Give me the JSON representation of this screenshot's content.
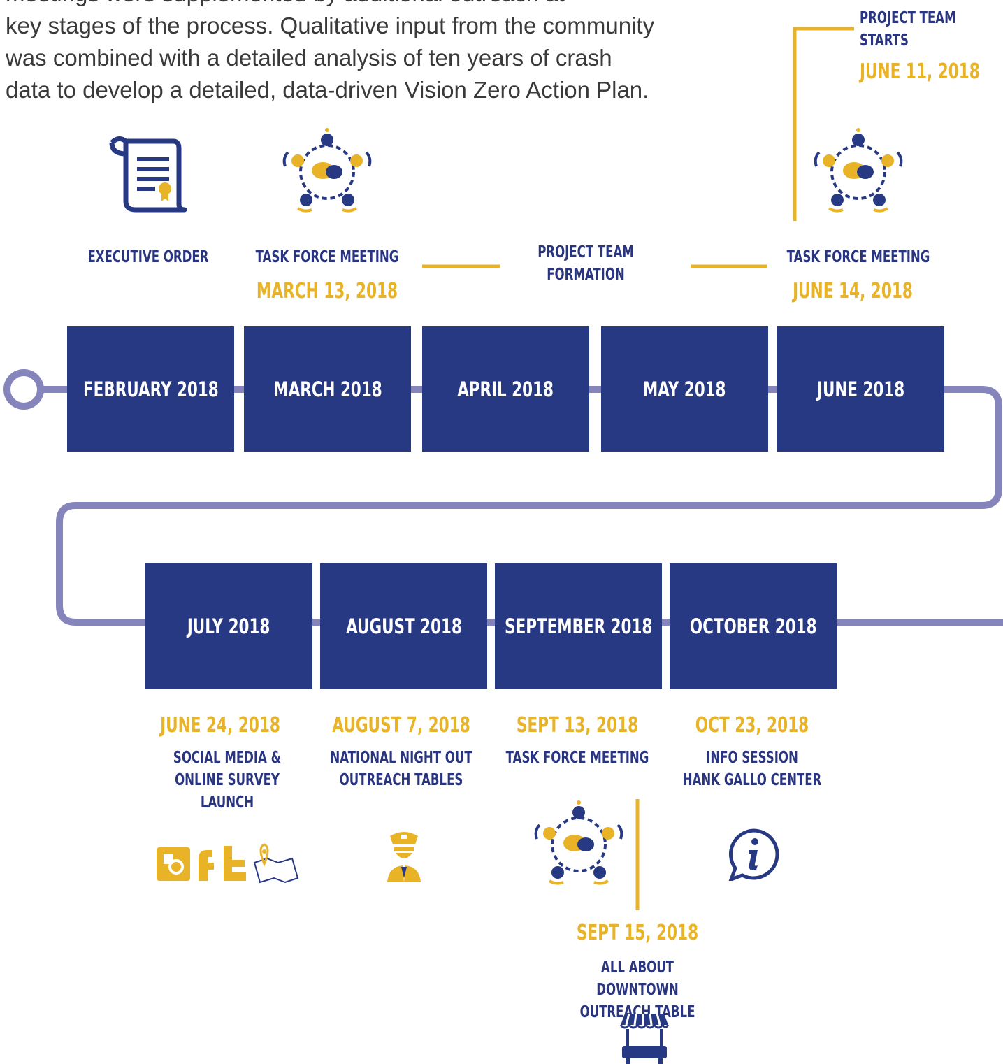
{
  "intro_text": "meetings were supplemented by additional outreach at\nkey stages of the process. Qualitative input from the community\nwas combined with a detailed analysis of ten years of crash\ndata to develop a detailed, data-driven Vision Zero Action Plan.",
  "months_row1": [
    "FEBRUARY 2018",
    "MARCH 2018",
    "APRIL 2018",
    "MAY 2018",
    "JUNE 2018"
  ],
  "months_row2": [
    "JULY 2018",
    "AUGUST 2018",
    "SEPTEMBER 2018",
    "OCTOBER 2018"
  ],
  "events_top": {
    "executive_order": "EXECUTIVE ORDER",
    "task_force_march": {
      "title": "TASK FORCE MEETING",
      "date": "MARCH 13, 2018"
    },
    "project_team_formation": "PROJECT TEAM\nFORMATION",
    "task_force_june": {
      "title": "TASK FORCE MEETING",
      "date": "JUNE 14, 2018"
    },
    "project_team_starts": {
      "title": "PROJECT TEAM\nSTARTS",
      "date": "JUNE 11, 2018"
    }
  },
  "events_bottom": {
    "social_media": {
      "date": "JUNE 24, 2018",
      "title": "SOCIAL MEDIA &\nONLINE SURVEY\nLAUNCH"
    },
    "national_night": {
      "date": "AUGUST 7, 2018",
      "title": "NATIONAL NIGHT OUT\nOUTREACH TABLES"
    },
    "task_force_sept": {
      "date": "SEPT 13, 2018",
      "title": "TASK FORCE MEETING"
    },
    "info_session": {
      "date": "OCT 23, 2018",
      "title": "INFO SESSION\nHANK GALLO CENTER"
    },
    "all_about_downtown": {
      "date": "SEPT 15, 2018",
      "title": "ALL ABOUT DOWNTOWN\nOUTREACH TABLE"
    }
  },
  "colors": {
    "navy": "#283983",
    "gold": "#e8b326",
    "line": "#8584bb"
  }
}
